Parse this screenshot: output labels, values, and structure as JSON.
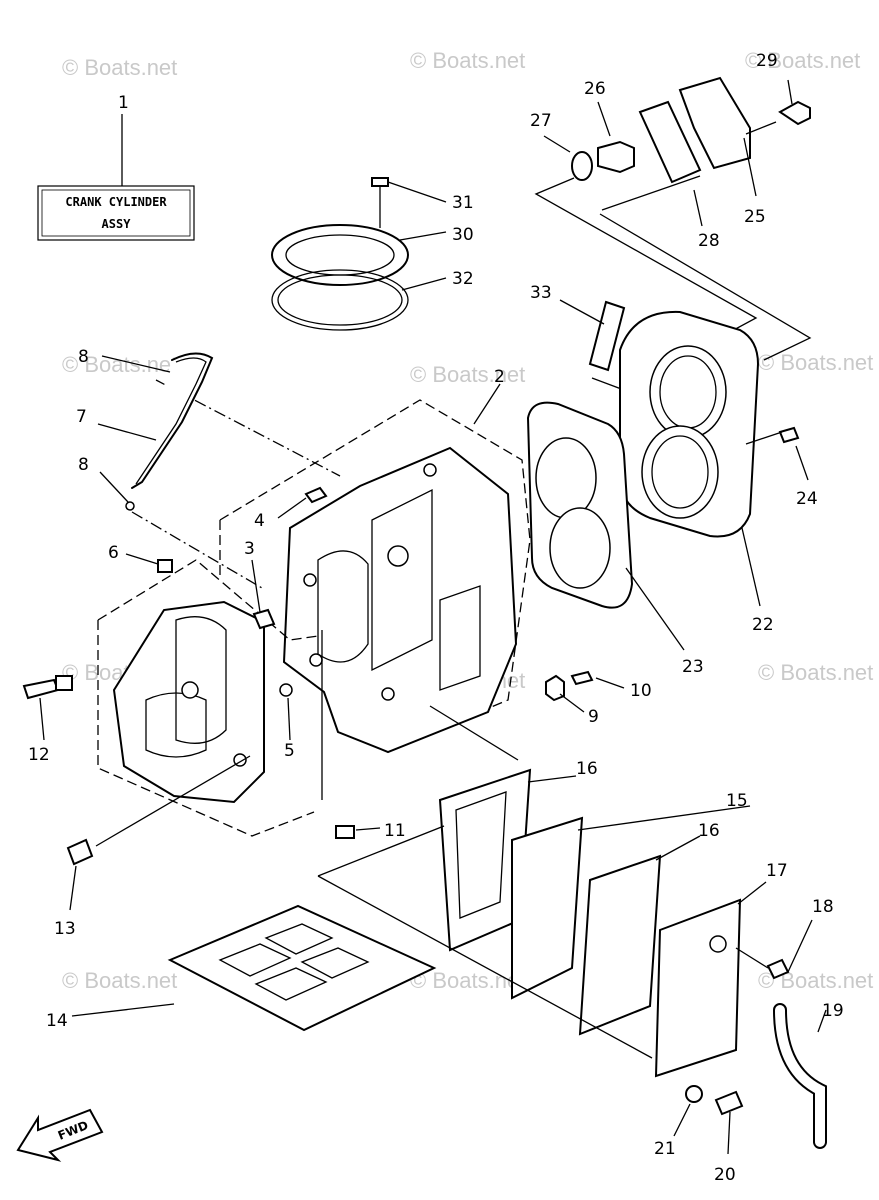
{
  "watermark": "© Boats.net",
  "title_box": {
    "line1": "CRANK CYLINDER",
    "line2": "ASSY",
    "callout": "1"
  },
  "fwd_label": "FWD",
  "callouts": [
    {
      "id": "c2",
      "text": "2"
    },
    {
      "id": "c3",
      "text": "3"
    },
    {
      "id": "c4",
      "text": "4"
    },
    {
      "id": "c5",
      "text": "5"
    },
    {
      "id": "c6",
      "text": "6"
    },
    {
      "id": "c7",
      "text": "7"
    },
    {
      "id": "c8a",
      "text": "8"
    },
    {
      "id": "c8b",
      "text": "8"
    },
    {
      "id": "c9",
      "text": "9"
    },
    {
      "id": "c10",
      "text": "10"
    },
    {
      "id": "c11",
      "text": "11"
    },
    {
      "id": "c12",
      "text": "12"
    },
    {
      "id": "c13",
      "text": "13"
    },
    {
      "id": "c14",
      "text": "14"
    },
    {
      "id": "c15",
      "text": "15"
    },
    {
      "id": "c16a",
      "text": "16"
    },
    {
      "id": "c16b",
      "text": "16"
    },
    {
      "id": "c17",
      "text": "17"
    },
    {
      "id": "c18",
      "text": "18"
    },
    {
      "id": "c19",
      "text": "19"
    },
    {
      "id": "c20",
      "text": "20"
    },
    {
      "id": "c21",
      "text": "21"
    },
    {
      "id": "c22",
      "text": "22"
    },
    {
      "id": "c23",
      "text": "23"
    },
    {
      "id": "c24",
      "text": "24"
    },
    {
      "id": "c25",
      "text": "25"
    },
    {
      "id": "c26",
      "text": "26"
    },
    {
      "id": "c27",
      "text": "27"
    },
    {
      "id": "c28",
      "text": "28"
    },
    {
      "id": "c29",
      "text": "29"
    },
    {
      "id": "c30",
      "text": "30"
    },
    {
      "id": "c31",
      "text": "31"
    },
    {
      "id": "c32",
      "text": "32"
    },
    {
      "id": "c33",
      "text": "33"
    }
  ]
}
